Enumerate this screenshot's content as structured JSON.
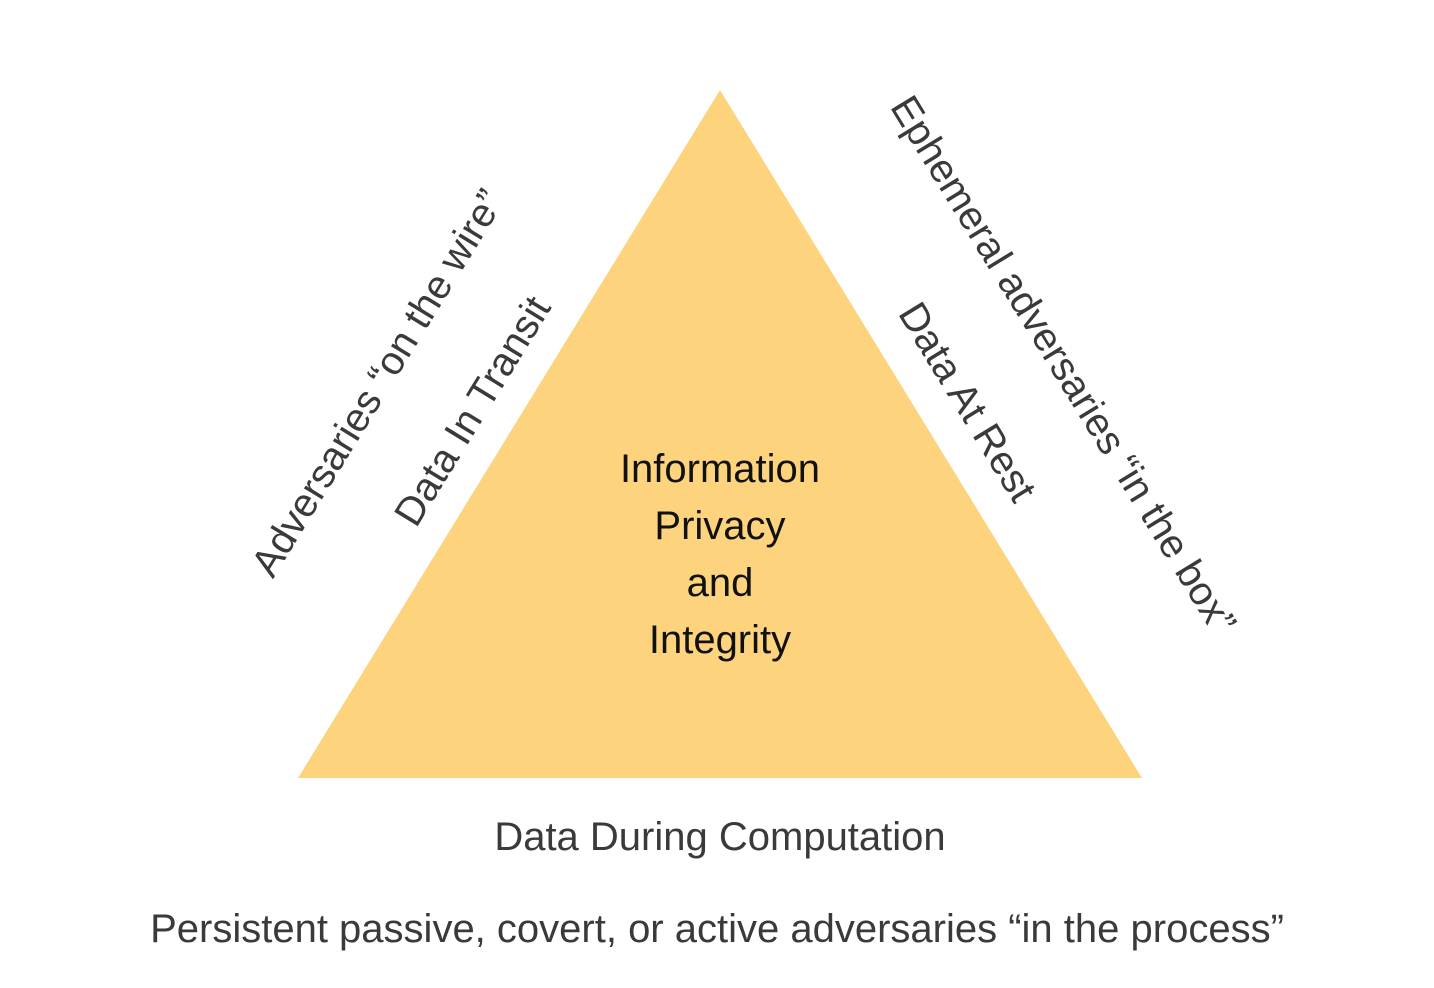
{
  "diagram": {
    "triangle_color": "#fdd47d",
    "center_lines": [
      "Information",
      "Privacy",
      "and",
      "Integrity"
    ],
    "left_inner": "Data In Transit",
    "left_outer": "Adversaries “on the wire”",
    "right_inner": "Data At Rest",
    "right_outer": "Ephemeral adversaries “in the box”",
    "bottom_inner": "Data During Computation",
    "bottom_outer": "Persistent passive, covert, or active adversaries “in the process”"
  }
}
